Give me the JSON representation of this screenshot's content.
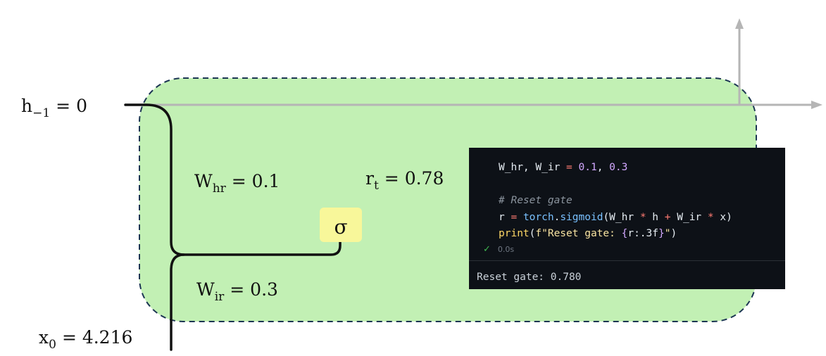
{
  "labels": {
    "h_prev": {
      "base": "h",
      "sub": "−1",
      "value": "= 0"
    },
    "w_hr": {
      "base": "W",
      "sub": "hr",
      "value": "= 0.1"
    },
    "r_t": {
      "base": "r",
      "sub": "t",
      "value": "= 0.78"
    },
    "w_ir": {
      "base": "W",
      "sub": "ir",
      "value": "= 0.3"
    },
    "x_0": {
      "base": "x",
      "sub": "0",
      "value": "= 4.216"
    },
    "sigma": "σ"
  },
  "code": {
    "line1": {
      "a": "W_hr, W_ir ",
      "op": "=",
      "n1": "0.1",
      "sep": ", ",
      "n2": "0.3"
    },
    "line3": "# Reset gate",
    "line4": {
      "a": "r ",
      "op1": "=",
      "b": " ",
      "fn": "torch",
      "dot": ".",
      "call": "sigmoid",
      "c": "(W_hr ",
      "op2": "*",
      "d": " h ",
      "op3": "+",
      "e": " W_ir ",
      "op4": "*",
      "f": " x)"
    },
    "line5": {
      "call": "print",
      "p1": "(",
      "s1": "f\"Reset gate: ",
      "br1": "{",
      "s2": "r:.3f",
      "br2": "}",
      "s3": "\"",
      "p2": ")"
    },
    "exec_time": "0.0s",
    "output": "Reset gate: 0.780"
  },
  "colors": {
    "gate_fill": "#c2f0b4",
    "gate_border": "#1c3553",
    "sigma_fill": "#f8f79a",
    "axis": "#b5b5b5",
    "wire": "#111111",
    "code_bg": "#0d1117"
  }
}
